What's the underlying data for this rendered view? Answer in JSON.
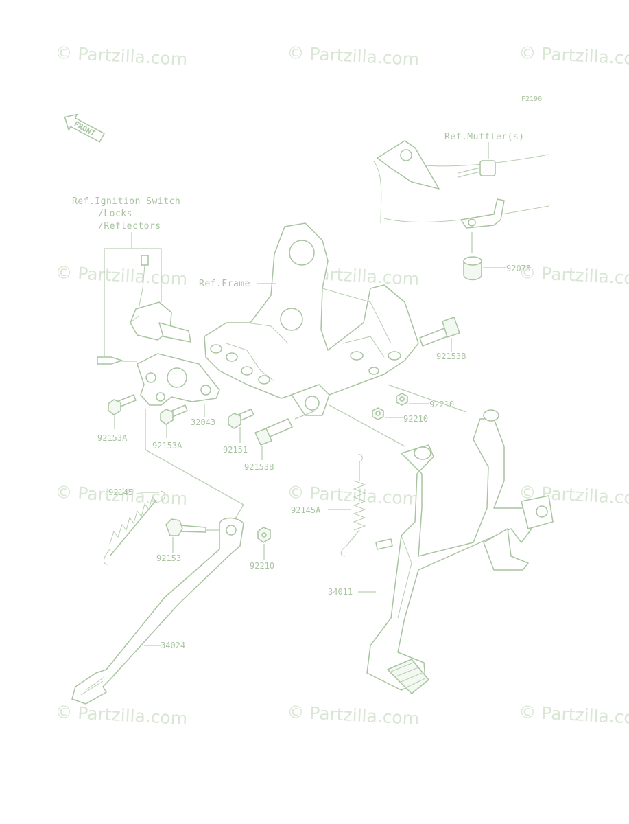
{
  "watermark": "© Partzilla.com",
  "diagram_code": "F2190",
  "front_arrow": "FRONT",
  "refs": {
    "muffler": "Ref.Muffler(s)",
    "ignition_1": "Ref.Ignition Switch",
    "ignition_2": "/Locks",
    "ignition_3": "/Reflectors",
    "frame": "Ref.Frame"
  },
  "parts": {
    "p92075": "92075",
    "p92153B_a": "92153B",
    "p92210_a": "92210",
    "p92210_b": "92210",
    "p32043": "32043",
    "p92153A_a": "92153A",
    "p92153A_b": "92153A",
    "p92151": "92151",
    "p92153B_b": "92153B",
    "p92145": "92145",
    "p92145A": "92145A",
    "p92153": "92153",
    "p92210_c": "92210",
    "p34011": "34011",
    "p34024": "34024"
  },
  "colors": {
    "line": "#a8c4a0",
    "watermark": "#d9e6d5",
    "label": "#a9c4a2"
  }
}
